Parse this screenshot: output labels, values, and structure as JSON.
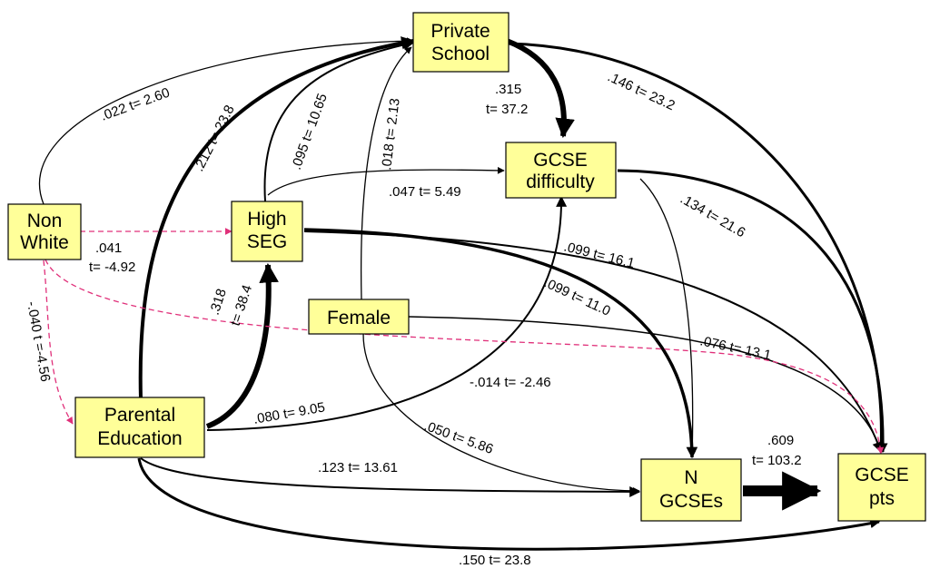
{
  "nodes": {
    "private_school": [
      "Private",
      "School"
    ],
    "gcse_difficulty": [
      "GCSE",
      "difficulty"
    ],
    "non_white": [
      "Non",
      "White"
    ],
    "high_seg": [
      "High",
      "SEG"
    ],
    "female": [
      "Female"
    ],
    "parental_education": [
      "Parental",
      "Education"
    ],
    "n_gcses": [
      "N",
      "GCSEs"
    ],
    "gcse_pts": [
      "GCSE",
      "pts"
    ]
  },
  "edges": {
    "nonwhite_private": {
      "label": ".022 t= 2.60"
    },
    "parent_private": {
      "label": ".212 t= 23.8"
    },
    "seg_private": {
      "label": ".095 t= 10.65"
    },
    "female_private": {
      "label": ".018 t= 2.13"
    },
    "private_difficulty": {
      "label": [
        ".315",
        "t= 37.2"
      ]
    },
    "private_pts": {
      "label": ".146 t= 23.2"
    },
    "seg_difficulty": {
      "label": ".047 t= 5.49"
    },
    "difficulty_pts": {
      "label": ".134 t= 21.6"
    },
    "nonwhite_seg": {
      "label": [
        ".041",
        "t= -4.92"
      ]
    },
    "seg_pts": {
      "label": ".099 t= 16.1"
    },
    "seg_ngcses": {
      "label": ".099 t= 11.0"
    },
    "parent_seg": {
      "label": [
        ".318",
        "t= 38.4"
      ]
    },
    "female_pts": {
      "label": ".076 t= 13.1"
    },
    "nonwhite_pts": {
      "label": "-.014 t= -2.46"
    },
    "nonwhite_parent": {
      "label": "-.040 t =-4.56"
    },
    "parent_difficulty": {
      "label": ".080 t= 9.05"
    },
    "female_ngcses": {
      "label": ".050 t= 5.86"
    },
    "parent_ngcses": {
      "label": ".123 t= 13.61"
    },
    "ngcses_pts": {
      "label": [
        ".609",
        "t= 103.2"
      ]
    },
    "parent_pts": {
      "label": ".150 t= 23.8"
    },
    "difficulty_ngcses": {
      "label": ""
    }
  },
  "colors": {
    "node_fill": "#ffff99",
    "positive_path": "#000000",
    "negative_path": "#e0307a"
  },
  "legend": {
    "negative_paths_style": "dashed"
  }
}
